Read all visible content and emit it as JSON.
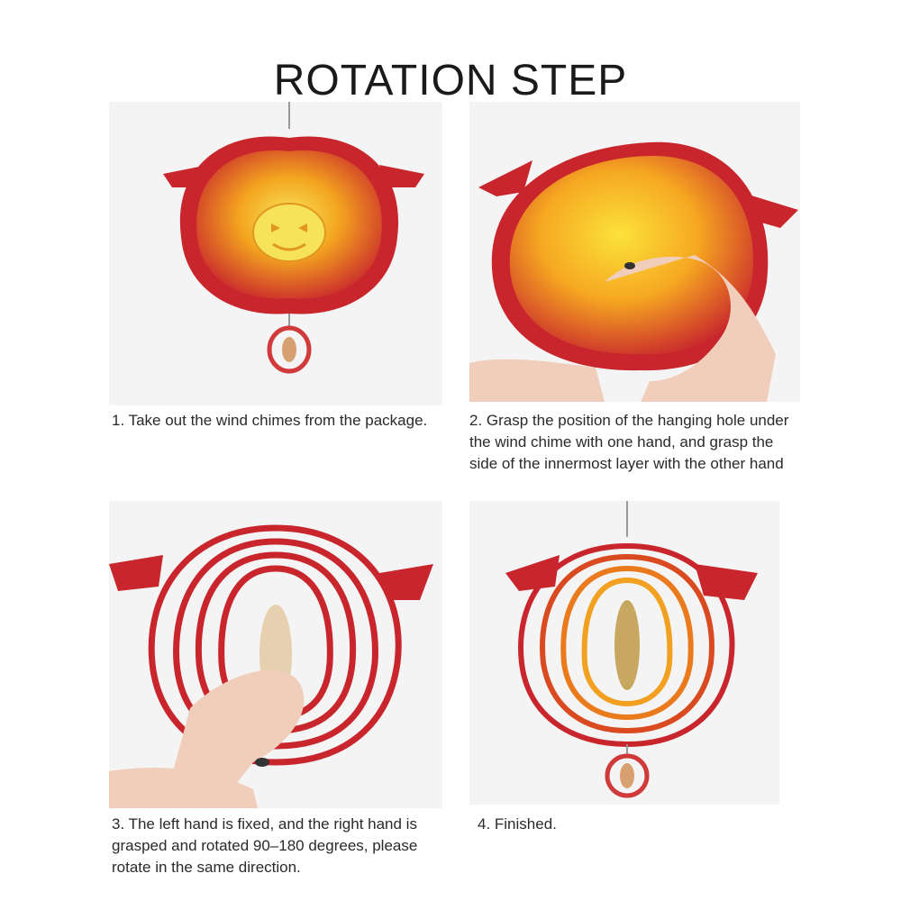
{
  "title": "ROTATION STEP",
  "steps": [
    {
      "caption": "1. Take out the wind chimes from the package.",
      "image": "pumpkin-wind-spinner-flat"
    },
    {
      "caption": "2. Grasp the position of the hanging hole under the wind chime with one hand, and grasp the side of the innermost layer with the other hand",
      "image": "hands-grasping-spinner"
    },
    {
      "caption": "3. The left hand is fixed, and the right hand is grasped and rotated 90–180 degrees, please rotate in the same direction.",
      "image": "hands-rotating-spinner"
    },
    {
      "caption": "4. Finished.",
      "image": "expanded-pumpkin-spinner"
    }
  ],
  "colors": {
    "background": "#ffffff",
    "photo_background": "#f4f4f4",
    "pumpkin_red": "#c8262c",
    "pumpkin_orange": "#f08a1c",
    "pumpkin_yellow": "#f7c62a",
    "skin": "#f1cdbb"
  }
}
